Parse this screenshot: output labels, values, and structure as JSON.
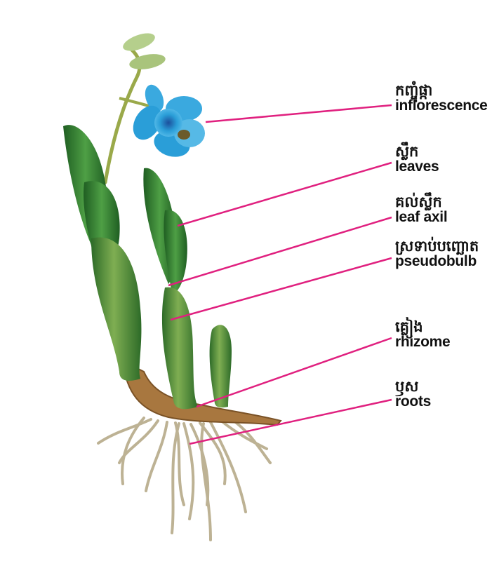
{
  "labels": [
    {
      "id": "inflorescence",
      "khmer": "កញ្ចុំផ្កា",
      "english": "inflorescence"
    },
    {
      "id": "leaves",
      "khmer": "ស្លឹក",
      "english": "leaves"
    },
    {
      "id": "leaf-axil",
      "khmer": "គល់ស្លឹក",
      "english": "leaf axil"
    },
    {
      "id": "pseudobulb",
      "khmer": "ស្រទាប់បញ្ឆោត",
      "english": "pseudobulb"
    },
    {
      "id": "rhizome",
      "khmer": "គ្លៀង",
      "english": "rhizome"
    },
    {
      "id": "roots",
      "khmer": "ឫស",
      "english": "roots"
    }
  ],
  "colors": {
    "leader_line": "#e0207f",
    "flower": "#2a9ed8",
    "leaf": "#3f8f3a",
    "rhizome": "#a87a45",
    "root": "#bfb69a"
  }
}
